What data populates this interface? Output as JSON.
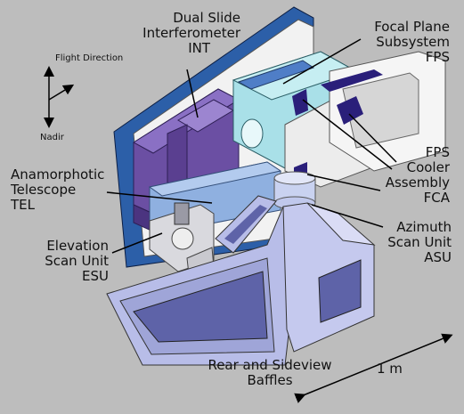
{
  "labels": {
    "int_l1": "Dual Slide",
    "int_l2": "Interferometer",
    "int_l3": "INT",
    "fps_l1": "Focal Plane",
    "fps_l2": "Subsystem",
    "fps_l3": "FPS",
    "fca_l1": "FPS",
    "fca_l2": "Cooler",
    "fca_l3": "Assembly",
    "fca_l4": "FCA",
    "tel_l1": "Anamorphotic",
    "tel_l2": "Telescope",
    "tel_l3": "TEL",
    "esu_l1": "Elevation",
    "esu_l2": "Scan Unit",
    "esu_l3": "ESU",
    "asu_l1": "Azimuth",
    "asu_l2": "Scan Unit",
    "asu_l3": "ASU",
    "baf_l1": "Rear and Sideview",
    "baf_l2": "Baffles",
    "flight_direction": "Flight Direction",
    "nadir": "Nadir",
    "scale": "1 m"
  },
  "colors": {
    "background": "#bdbdbd",
    "panel_blue": "#2c5fa8",
    "panel_white": "#f2f2f2",
    "interferometer_purple": "#6b4fa3",
    "telescope_blue": "#8fb0e0",
    "fps_cyan": "#a9e0e8",
    "cooler_navy": "#2a1f7a",
    "baffle_lavender": "#b8bde8",
    "baffle_dark": "#5e63a8"
  }
}
